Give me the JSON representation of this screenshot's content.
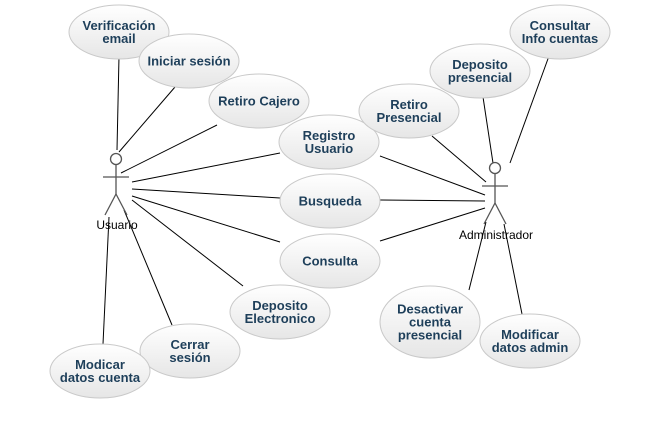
{
  "actors": [
    {
      "id": "usuario",
      "label": "Usuario"
    },
    {
      "id": "admin",
      "label": "Administrador"
    }
  ],
  "use_cases": [
    {
      "id": "verificacion",
      "lines": [
        "Verificación",
        "email"
      ]
    },
    {
      "id": "iniciar",
      "lines": [
        "Iniciar sesión"
      ]
    },
    {
      "id": "retiro-cajero",
      "lines": [
        "Retiro Cajero"
      ]
    },
    {
      "id": "registro",
      "lines": [
        "Registro",
        "Usuario"
      ]
    },
    {
      "id": "busqueda",
      "lines": [
        "Busqueda"
      ]
    },
    {
      "id": "consulta",
      "lines": [
        "Consulta"
      ]
    },
    {
      "id": "deposito-electronico",
      "lines": [
        "Deposito",
        "Electronico"
      ]
    },
    {
      "id": "cerrar",
      "lines": [
        "Cerrar",
        "sesión"
      ]
    },
    {
      "id": "modicar",
      "lines": [
        "Modicar",
        "datos cuenta"
      ]
    },
    {
      "id": "retiro-presencial",
      "lines": [
        "Retiro",
        "Presencial"
      ]
    },
    {
      "id": "deposito-presencial",
      "lines": [
        "Deposito",
        "presencial"
      ]
    },
    {
      "id": "consultar-info",
      "lines": [
        "Consultar",
        "Info cuentas"
      ]
    },
    {
      "id": "desactivar",
      "lines": [
        "Desactivar",
        "cuenta",
        "presencial"
      ]
    },
    {
      "id": "modificar-admin",
      "lines": [
        "Modificar",
        "datos admin"
      ]
    }
  ],
  "associations": [
    {
      "actor": "usuario",
      "use_case": "verificacion"
    },
    {
      "actor": "usuario",
      "use_case": "iniciar"
    },
    {
      "actor": "usuario",
      "use_case": "retiro-cajero"
    },
    {
      "actor": "usuario",
      "use_case": "registro"
    },
    {
      "actor": "usuario",
      "use_case": "busqueda"
    },
    {
      "actor": "usuario",
      "use_case": "consulta"
    },
    {
      "actor": "usuario",
      "use_case": "deposito-electronico"
    },
    {
      "actor": "usuario",
      "use_case": "cerrar"
    },
    {
      "actor": "usuario",
      "use_case": "modicar"
    },
    {
      "actor": "admin",
      "use_case": "registro"
    },
    {
      "actor": "admin",
      "use_case": "busqueda"
    },
    {
      "actor": "admin",
      "use_case": "consulta"
    },
    {
      "actor": "admin",
      "use_case": "retiro-presencial"
    },
    {
      "actor": "admin",
      "use_case": "deposito-presencial"
    },
    {
      "actor": "admin",
      "use_case": "consultar-info"
    },
    {
      "actor": "admin",
      "use_case": "desactivar"
    },
    {
      "actor": "admin",
      "use_case": "modificar-admin"
    }
  ],
  "colors": {
    "ellipse_top": "#ffffff",
    "ellipse_bottom": "#e6e6e6",
    "ellipse_border": "#c9c9c9",
    "use_case_text": "#1e3f5a",
    "line": "#000000"
  }
}
